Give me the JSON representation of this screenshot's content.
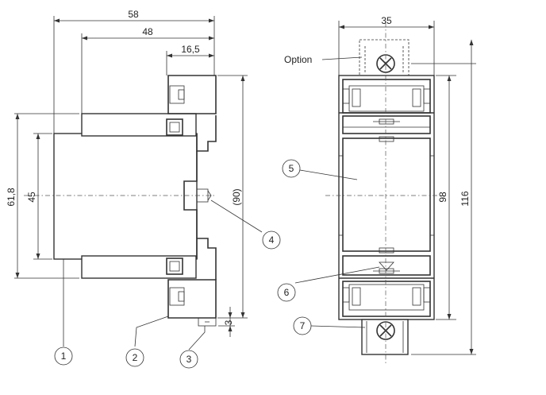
{
  "side_view": {
    "dimensions": {
      "overall_depth": "58",
      "body_depth": "48",
      "rail_offset": "16,5",
      "height_outer": "61,8",
      "height_inner": "45",
      "height_rail": "(90)",
      "clip_travel": "3"
    },
    "callouts": [
      "1",
      "2",
      "3",
      "4"
    ]
  },
  "front_view": {
    "dimensions": {
      "width": "35",
      "height_body": "98",
      "height_total": "116"
    },
    "option_label": "Option",
    "callouts": [
      "5",
      "6",
      "7"
    ]
  }
}
